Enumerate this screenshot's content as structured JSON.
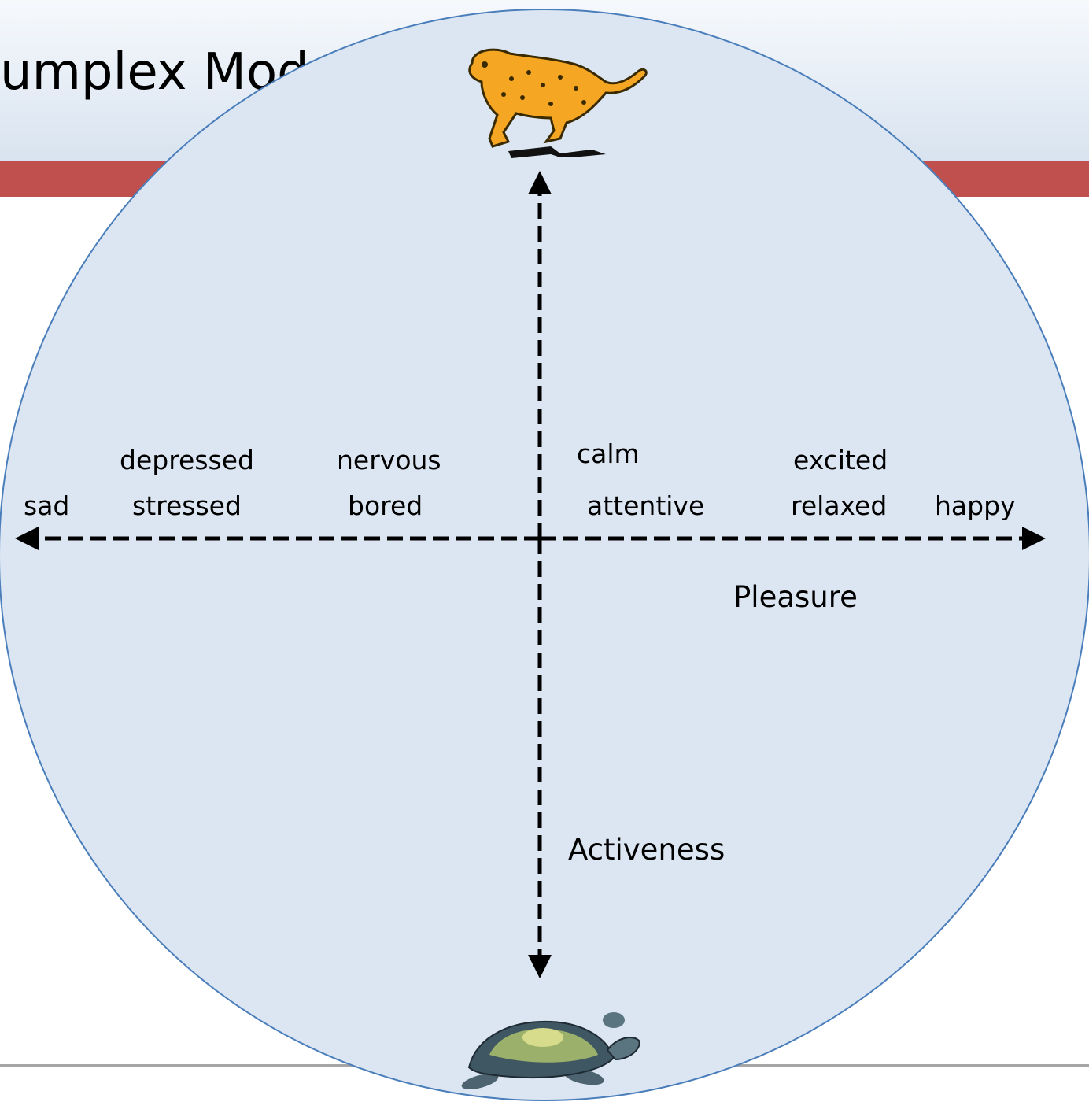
{
  "slide": {
    "title": "umplex Model"
  },
  "diagram": {
    "horizontal_axis_label": "Pleasure",
    "vertical_axis_label": "Activeness",
    "top_icon": "cheetah-icon",
    "bottom_icon": "turtle-icon",
    "emotions": [
      {
        "id": "sad",
        "label": "sad"
      },
      {
        "id": "depressed",
        "label": "depressed"
      },
      {
        "id": "stressed",
        "label": "stressed"
      },
      {
        "id": "nervous",
        "label": "nervous"
      },
      {
        "id": "bored",
        "label": "bored"
      },
      {
        "id": "calm",
        "label": "calm"
      },
      {
        "id": "attentive",
        "label": "attentive"
      },
      {
        "id": "excited",
        "label": "excited"
      },
      {
        "id": "relaxed",
        "label": "relaxed"
      },
      {
        "id": "happy",
        "label": "happy"
      }
    ]
  },
  "colors": {
    "circle_fill": "#dce6f2",
    "circle_stroke": "#4a7ebb",
    "accent_bar": "#c0504d",
    "title_band": "#e6edf6"
  }
}
